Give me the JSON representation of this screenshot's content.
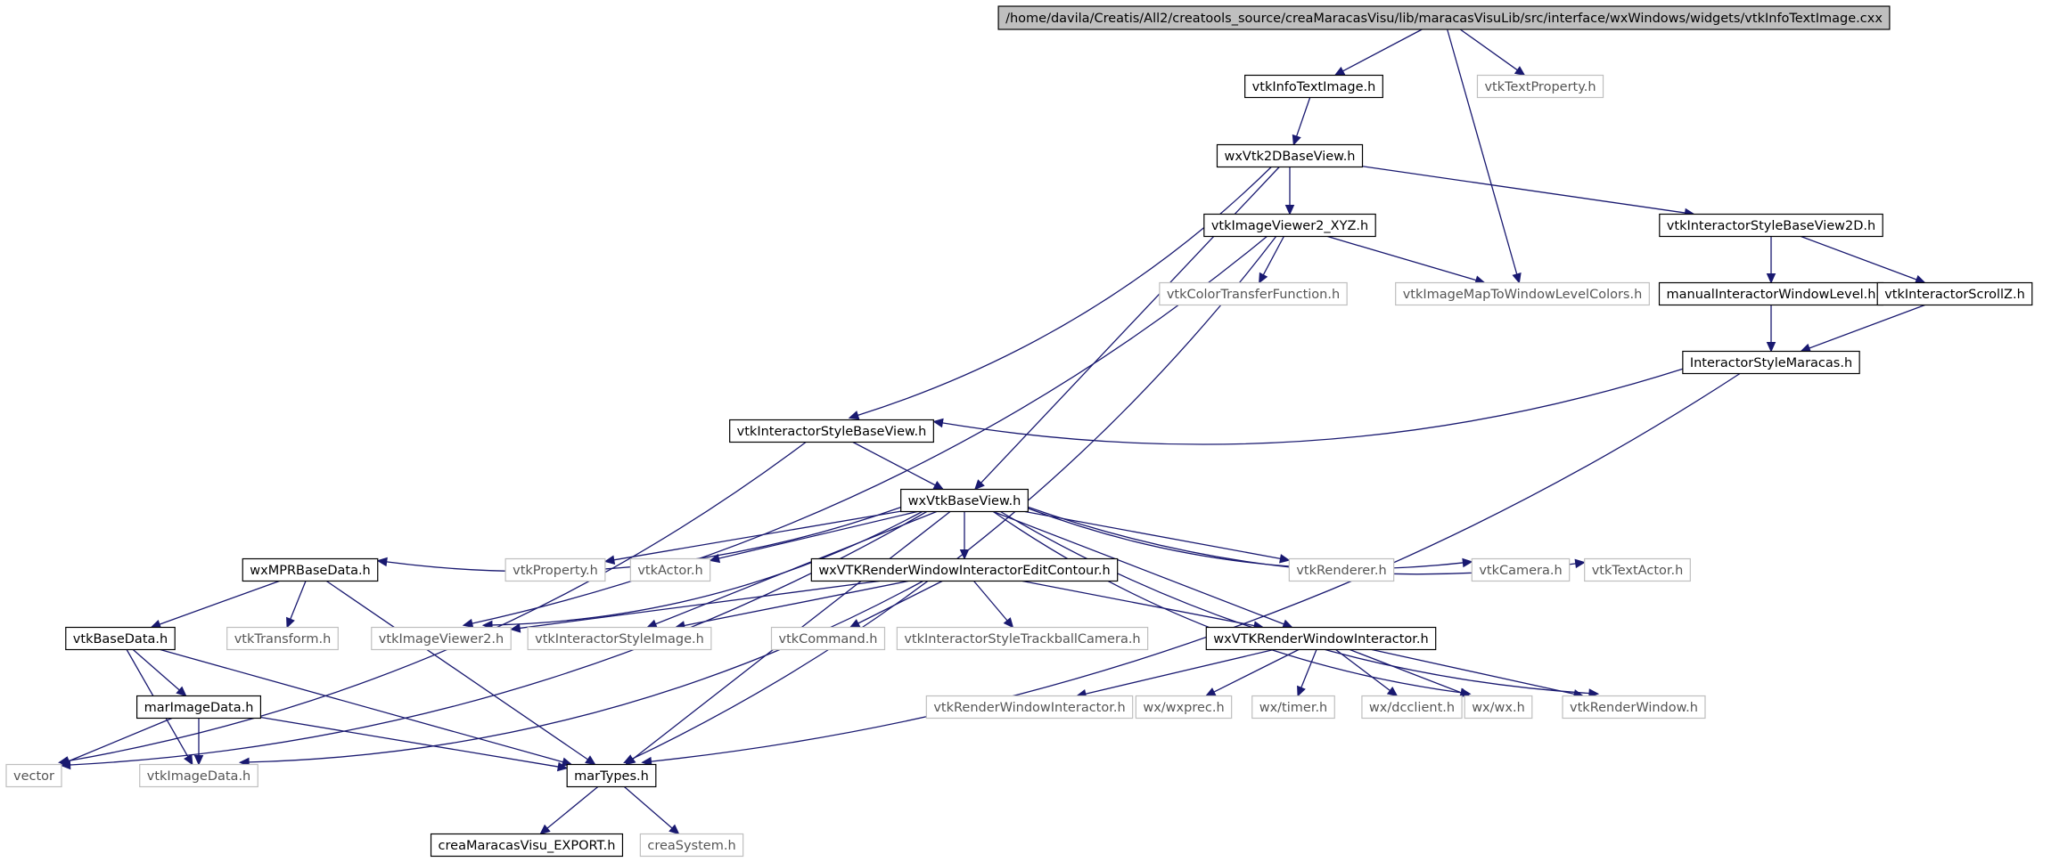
{
  "colors": {
    "edge": "#191970",
    "root_fill": "#bfbfbf",
    "doc_border": "#000000",
    "ext_border": "#bfbfbf",
    "ext_text": "#555555"
  },
  "nodes": [
    {
      "id": "root",
      "label": "/home/davila/Creatis/All2/creatools_source/creaMaracasVisu/lib/maracasVisuLib/src/interface/wxWindows/widgets/vtkInfoTextImage.cxx",
      "kind": "root"
    },
    {
      "id": "vtkInfoTextImage_h",
      "label": "vtkInfoTextImage.h",
      "kind": "doc"
    },
    {
      "id": "vtkTextProperty_h",
      "label": "vtkTextProperty.h",
      "kind": "ext"
    },
    {
      "id": "wxVtk2DBaseView_h",
      "label": "wxVtk2DBaseView.h",
      "kind": "doc"
    },
    {
      "id": "vtkImageViewer2_XYZ_h",
      "label": "vtkImageViewer2_XYZ.h",
      "kind": "doc"
    },
    {
      "id": "vtkInteractorStyleBaseView2D_h",
      "label": "vtkInteractorStyleBaseView2D.h",
      "kind": "doc"
    },
    {
      "id": "vtkColorTransferFunction_h",
      "label": "vtkColorTransferFunction.h",
      "kind": "ext"
    },
    {
      "id": "vtkImageMapToWindowLevelColors_h",
      "label": "vtkImageMapToWindowLevelColors.h",
      "kind": "ext"
    },
    {
      "id": "manualInteractorWindowLevel_h",
      "label": "manualInteractorWindowLevel.h",
      "kind": "doc"
    },
    {
      "id": "vtkInteractorScrollZ_h",
      "label": "vtkInteractorScrollZ.h",
      "kind": "doc"
    },
    {
      "id": "InteractorStyleMaracas_h",
      "label": "InteractorStyleMaracas.h",
      "kind": "doc"
    },
    {
      "id": "vtkInteractorStyleBaseView_h",
      "label": "vtkInteractorStyleBaseView.h",
      "kind": "doc"
    },
    {
      "id": "wxVtkBaseView_h",
      "label": "wxVtkBaseView.h",
      "kind": "doc"
    },
    {
      "id": "wxMPRBaseData_h",
      "label": "wxMPRBaseData.h",
      "kind": "doc"
    },
    {
      "id": "vtkProperty_h",
      "label": "vtkProperty.h",
      "kind": "ext"
    },
    {
      "id": "vtkActor_h",
      "label": "vtkActor.h",
      "kind": "ext"
    },
    {
      "id": "wxVTKRenderWindowInteractorEditContour_h",
      "label": "wxVTKRenderWindowInteractorEditContour.h",
      "kind": "doc"
    },
    {
      "id": "vtkRenderer_h",
      "label": "vtkRenderer.h",
      "kind": "ext"
    },
    {
      "id": "vtkCamera_h",
      "label": "vtkCamera.h",
      "kind": "ext"
    },
    {
      "id": "vtkTextActor_h",
      "label": "vtkTextActor.h",
      "kind": "ext"
    },
    {
      "id": "vtkBaseData_h",
      "label": "vtkBaseData.h",
      "kind": "doc"
    },
    {
      "id": "vtkTransform_h",
      "label": "vtkTransform.h",
      "kind": "ext"
    },
    {
      "id": "vtkImageViewer2_h",
      "label": "vtkImageViewer2.h",
      "kind": "ext"
    },
    {
      "id": "vtkInteractorStyleImage_h",
      "label": "vtkInteractorStyleImage.h",
      "kind": "ext"
    },
    {
      "id": "vtkCommand_h",
      "label": "vtkCommand.h",
      "kind": "ext"
    },
    {
      "id": "vtkInteractorStyleTrackballCamera_h",
      "label": "vtkInteractorStyleTrackballCamera.h",
      "kind": "ext"
    },
    {
      "id": "wxVTKRenderWindowInteractor_h",
      "label": "wxVTKRenderWindowInteractor.h",
      "kind": "doc"
    },
    {
      "id": "marImageData_h",
      "label": "marImageData.h",
      "kind": "doc"
    },
    {
      "id": "vtkRenderWindowInteractor_h",
      "label": "vtkRenderWindowInteractor.h",
      "kind": "ext"
    },
    {
      "id": "wx_wxprec_h",
      "label": "wx/wxprec.h",
      "kind": "ext"
    },
    {
      "id": "wx_timer_h",
      "label": "wx/timer.h",
      "kind": "ext"
    },
    {
      "id": "wx_dcclient_h",
      "label": "wx/dcclient.h",
      "kind": "ext"
    },
    {
      "id": "wx_wx_h",
      "label": "wx/wx.h",
      "kind": "ext"
    },
    {
      "id": "vtkRenderWindow_h",
      "label": "vtkRenderWindow.h",
      "kind": "ext"
    },
    {
      "id": "vector",
      "label": "vector",
      "kind": "ext"
    },
    {
      "id": "vtkImageData_h",
      "label": "vtkImageData.h",
      "kind": "ext"
    },
    {
      "id": "marTypes_h",
      "label": "marTypes.h",
      "kind": "doc"
    },
    {
      "id": "creaMaracasVisu_EXPORT_h",
      "label": "creaMaracasVisu_EXPORT.h",
      "kind": "doc"
    },
    {
      "id": "creaSystem_h",
      "label": "creaSystem.h",
      "kind": "ext"
    }
  ],
  "edges": [
    [
      "root",
      "vtkInfoTextImage_h"
    ],
    [
      "root",
      "vtkTextProperty_h"
    ],
    [
      "root",
      "vtkImageMapToWindowLevelColors_h"
    ],
    [
      "vtkInfoTextImage_h",
      "wxVtk2DBaseView_h"
    ],
    [
      "wxVtk2DBaseView_h",
      "vtkImageViewer2_XYZ_h"
    ],
    [
      "wxVtk2DBaseView_h",
      "vtkInteractorStyleBaseView2D_h"
    ],
    [
      "wxVtk2DBaseView_h",
      "vtkInteractorStyleBaseView_h"
    ],
    [
      "wxVtk2DBaseView_h",
      "wxVtkBaseView_h"
    ],
    [
      "vtkImageViewer2_XYZ_h",
      "vtkColorTransferFunction_h"
    ],
    [
      "vtkImageViewer2_XYZ_h",
      "vtkImageMapToWindowLevelColors_h"
    ],
    [
      "vtkImageViewer2_XYZ_h",
      "vtkImageViewer2_h"
    ],
    [
      "vtkImageViewer2_XYZ_h",
      "marTypes_h"
    ],
    [
      "vtkInteractorStyleBaseView2D_h",
      "manualInteractorWindowLevel_h"
    ],
    [
      "vtkInteractorStyleBaseView2D_h",
      "vtkInteractorScrollZ_h"
    ],
    [
      "manualInteractorWindowLevel_h",
      "InteractorStyleMaracas_h"
    ],
    [
      "vtkInteractorScrollZ_h",
      "InteractorStyleMaracas_h"
    ],
    [
      "InteractorStyleMaracas_h",
      "vtkInteractorStyleBaseView_h"
    ],
    [
      "InteractorStyleMaracas_h",
      "marTypes_h"
    ],
    [
      "vtkInteractorStyleBaseView_h",
      "wxVtkBaseView_h"
    ],
    [
      "vtkInteractorStyleBaseView_h",
      "vector"
    ],
    [
      "wxVtkBaseView_h",
      "vector"
    ],
    [
      "wxVtkBaseView_h",
      "wxMPRBaseData_h"
    ],
    [
      "wxVtkBaseView_h",
      "vtkProperty_h"
    ],
    [
      "wxVtkBaseView_h",
      "vtkActor_h"
    ],
    [
      "wxVtkBaseView_h",
      "wxVTKRenderWindowInteractorEditContour_h"
    ],
    [
      "wxVtkBaseView_h",
      "vtkRenderer_h"
    ],
    [
      "wxVtkBaseView_h",
      "vtkCamera_h"
    ],
    [
      "wxVtkBaseView_h",
      "vtkTextActor_h"
    ],
    [
      "wxVtkBaseView_h",
      "vtkImageViewer2_h"
    ],
    [
      "wxVtkBaseView_h",
      "vtkInteractorStyleImage_h"
    ],
    [
      "wxVtkBaseView_h",
      "wxVTKRenderWindowInteractor_h"
    ],
    [
      "wxVtkBaseView_h",
      "marTypes_h"
    ],
    [
      "wxVtkBaseView_h",
      "wx_wx_h"
    ],
    [
      "wxVtkBaseView_h",
      "vtkRenderWindow_h"
    ],
    [
      "wxMPRBaseData_h",
      "vtkBaseData_h"
    ],
    [
      "wxMPRBaseData_h",
      "vtkTransform_h"
    ],
    [
      "wxMPRBaseData_h",
      "marTypes_h"
    ],
    [
      "wxVTKRenderWindowInteractorEditContour_h",
      "vtkImageViewer2_h"
    ],
    [
      "wxVTKRenderWindowInteractorEditContour_h",
      "vtkInteractorStyleImage_h"
    ],
    [
      "wxVTKRenderWindowInteractorEditContour_h",
      "vtkCommand_h"
    ],
    [
      "wxVTKRenderWindowInteractorEditContour_h",
      "vtkInteractorStyleTrackballCamera_h"
    ],
    [
      "wxVTKRenderWindowInteractorEditContour_h",
      "wxVTKRenderWindowInteractor_h"
    ],
    [
      "wxVTKRenderWindowInteractorEditContour_h",
      "vtkImageData_h"
    ],
    [
      "vtkBaseData_h",
      "marImageData_h"
    ],
    [
      "vtkBaseData_h",
      "vtkImageData_h"
    ],
    [
      "vtkBaseData_h",
      "marTypes_h"
    ],
    [
      "marImageData_h",
      "vector"
    ],
    [
      "marImageData_h",
      "vtkImageData_h"
    ],
    [
      "marImageData_h",
      "marTypes_h"
    ],
    [
      "wxVTKRenderWindowInteractor_h",
      "vtkRenderWindowInteractor_h"
    ],
    [
      "wxVTKRenderWindowInteractor_h",
      "wx_wxprec_h"
    ],
    [
      "wxVTKRenderWindowInteractor_h",
      "wx_timer_h"
    ],
    [
      "wxVTKRenderWindowInteractor_h",
      "wx_dcclient_h"
    ],
    [
      "wxVTKRenderWindowInteractor_h",
      "wx_wx_h"
    ],
    [
      "wxVTKRenderWindowInteractor_h",
      "vtkRenderWindow_h"
    ],
    [
      "marTypes_h",
      "creaMaracasVisu_EXPORT_h"
    ],
    [
      "marTypes_h",
      "creaSystem_h"
    ]
  ]
}
